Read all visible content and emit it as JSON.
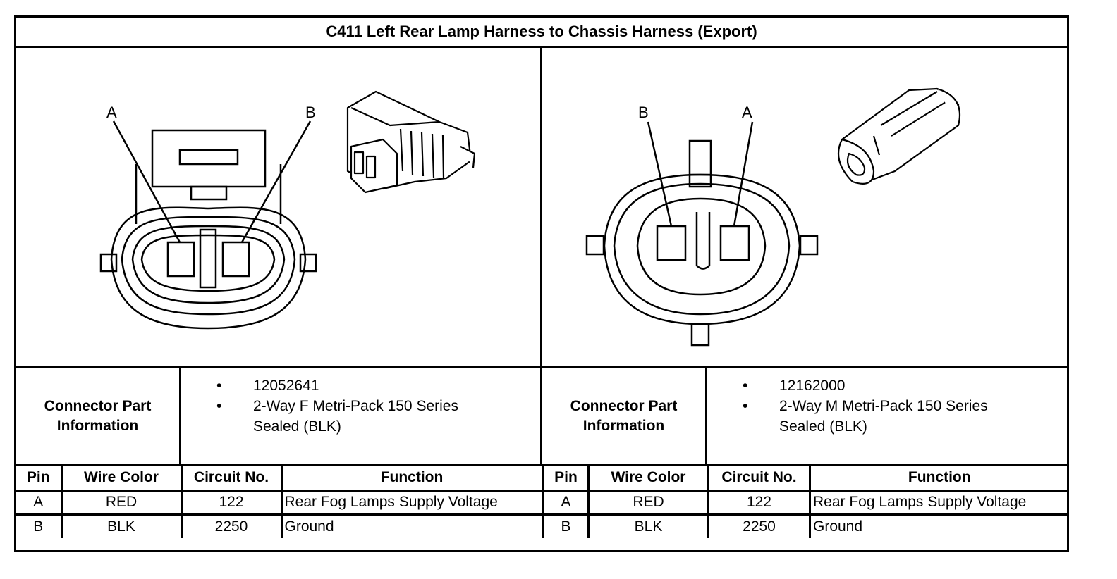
{
  "title": "C411 Left Rear Lamp Harness to Chassis Harness (Export)",
  "left": {
    "pin_labels": [
      "A",
      "B"
    ],
    "info_label": "Connector Part\nInformation",
    "info_items": [
      "12052641",
      "2-Way F Metri-Pack 150 Series Sealed (BLK)"
    ],
    "headers": [
      "Pin",
      "Wire Color",
      "Circuit No.",
      "Function"
    ],
    "rows": [
      {
        "pin": "A",
        "color": "RED",
        "circuit": "122",
        "function": "Rear Fog Lamps Supply Voltage"
      },
      {
        "pin": "B",
        "color": "BLK",
        "circuit": "2250",
        "function": "Ground"
      }
    ]
  },
  "right": {
    "pin_labels": [
      "B",
      "A"
    ],
    "info_label": "Connector Part\nInformation",
    "info_items": [
      "12162000",
      "2-Way M Metri-Pack 150 Series Sealed (BLK)"
    ],
    "headers": [
      "Pin",
      "Wire Color",
      "Circuit No.",
      "Function"
    ],
    "rows": [
      {
        "pin": "A",
        "color": "RED",
        "circuit": "122",
        "function": "Rear Fog Lamps Supply Voltage"
      },
      {
        "pin": "B",
        "color": "BLK",
        "circuit": "2250",
        "function": "Ground"
      }
    ]
  }
}
